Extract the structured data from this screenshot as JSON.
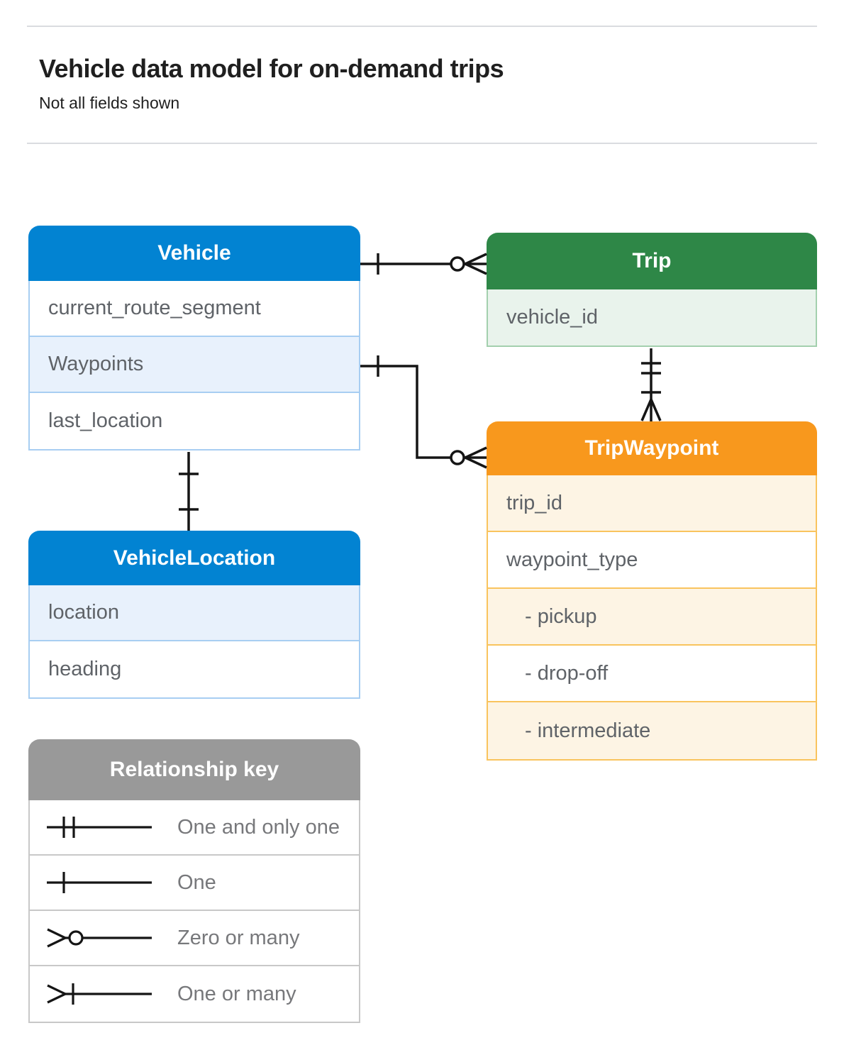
{
  "page": {
    "title": "Vehicle data model for on-demand trips",
    "subtitle": "Not all fields shown"
  },
  "entities": {
    "vehicle": {
      "title": "Vehicle",
      "fields": [
        "current_route_segment",
        "Waypoints",
        "last_location"
      ]
    },
    "trip": {
      "title": "Trip",
      "fields": [
        "vehicle_id"
      ]
    },
    "tripWaypoint": {
      "title": "TripWaypoint",
      "fields": [
        "trip_id",
        "waypoint_type",
        "- pickup",
        "- drop-off",
        "- intermediate"
      ]
    },
    "vehicleLocation": {
      "title": "VehicleLocation",
      "fields": [
        "location",
        "heading"
      ]
    }
  },
  "legend": {
    "title": "Relationship key",
    "items": [
      {
        "symbol": "one-and-only-one",
        "label": "One and only one"
      },
      {
        "symbol": "one",
        "label": "One"
      },
      {
        "symbol": "zero-or-many",
        "label": "Zero or many"
      },
      {
        "symbol": "one-or-many",
        "label": "One or many"
      }
    ]
  },
  "relationships": [
    {
      "from": "Vehicle",
      "to": "Trip",
      "from_cardinality": "one",
      "to_cardinality": "zero-or-many"
    },
    {
      "from": "Vehicle.Waypoints",
      "to": "TripWaypoint",
      "from_cardinality": "one",
      "to_cardinality": "zero-or-many"
    },
    {
      "from": "Trip",
      "to": "TripWaypoint",
      "from_cardinality": "one-and-only-one",
      "to_cardinality": "one-or-many"
    },
    {
      "from": "Vehicle.last_location",
      "to": "VehicleLocation",
      "from_cardinality": "one",
      "to_cardinality": "one"
    }
  ],
  "colors": {
    "blue_header": "#0283D2",
    "blue_row": "#E8F1FC",
    "blue_border": "#A8CEF2",
    "green_header": "#2E8747",
    "green_row": "#E9F3EC",
    "green_border": "#A3D0AE",
    "orange_header": "#F8981D",
    "orange_row": "#FDF4E4",
    "orange_border": "#F9C45E",
    "gray_header": "#999999",
    "gray_row": "#EBEBEB",
    "field_text": "#5F6368",
    "connector": "#151515"
  }
}
